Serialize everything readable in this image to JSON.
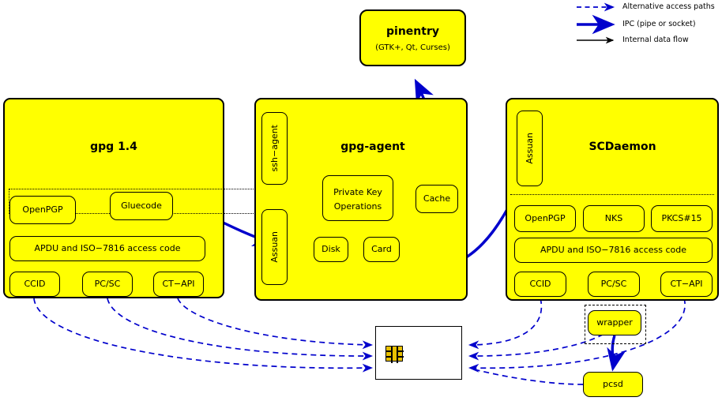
{
  "legend": {
    "items": [
      {
        "label": "Alternative access paths",
        "style": "dashed",
        "color": "#0000cc"
      },
      {
        "label": "IPC (pipe or socket)",
        "style": "solid-thick",
        "color": "#0000cc"
      },
      {
        "label": "Internal data flow",
        "style": "solid-thin",
        "color": "#000000"
      }
    ]
  },
  "colors": {
    "box_fill": "#ffff00",
    "box_stroke": "#000000",
    "ipc": "#0000cc",
    "alt_path": "#0000cc",
    "internal": "#000000",
    "card_fill": "#ffffff",
    "chip": "#e8c000"
  },
  "pinentry": {
    "title": "pinentry",
    "subtitle": "(GTK+, Qt, Curses)"
  },
  "gpg": {
    "title": "gpg 1.4",
    "nodes": {
      "openpgp": "OpenPGP",
      "gluecode": "Gluecode",
      "apdu": "APDU and ISO−7816 access code",
      "ccid": "CCID",
      "pcsc": "PC/SC",
      "ctapi": "CT−API"
    }
  },
  "agent": {
    "title": "gpg-agent",
    "nodes": {
      "ssh_agent": "ssh−agent",
      "assuan": "Assuan",
      "private_key_ops_line1": "Private Key",
      "private_key_ops_line2": "Operations",
      "cache": "Cache",
      "disk": "Disk",
      "card": "Card"
    }
  },
  "scdaemon": {
    "title": "SCDaemon",
    "nodes": {
      "assuan": "Assuan",
      "openpgp": "OpenPGP",
      "nks": "NKS",
      "pkcs15": "PKCS#15",
      "apdu": "APDU and ISO−7816 access code",
      "ccid": "CCID",
      "pcsc": "PC/SC",
      "ctapi": "CT−API",
      "wrapper": "wrapper"
    }
  },
  "pcsd": {
    "label": "pcsd"
  },
  "smartcard": {
    "label": ""
  }
}
